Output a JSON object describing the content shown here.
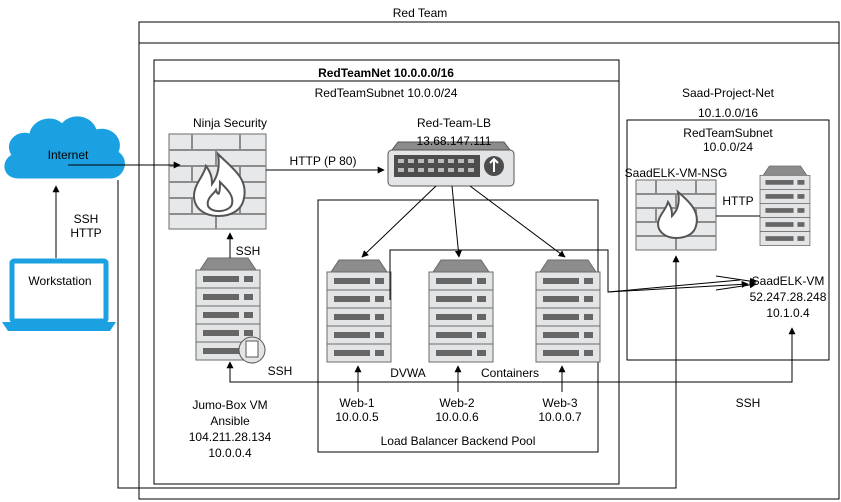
{
  "red_team": {
    "title": "Red Team"
  },
  "redteamnet": {
    "title": "RedTeamNet 10.0.0.0/16",
    "subnet": "RedTeamSubnet 10.0.0/24"
  },
  "saad_net": {
    "title": "Saad-Project-Net",
    "cidr": "10.1.0.0/16",
    "subnet_title": "RedTeamSubnet",
    "subnet_cidr": "10.0.0/24"
  },
  "internet": {
    "label": "Internet"
  },
  "workstation": {
    "label": "Workstation"
  },
  "ninja": {
    "label": "Ninja Security"
  },
  "lb": {
    "name": "Red-Team-LB",
    "ip": "13.68.147.111"
  },
  "nsg": {
    "label": "SaadELK-VM-NSG"
  },
  "elk": {
    "name": "SaadELK-VM",
    "public_ip": "52.247.28.248",
    "private_ip": "10.1.0.4"
  },
  "jump": {
    "name": "Jumo-Box VM",
    "role": "Ansible",
    "public_ip": "104.211.28.134",
    "private_ip": "10.0.0.4"
  },
  "web1": {
    "name": "Web-1",
    "ip": "10.0.0.5"
  },
  "web2": {
    "name": "Web-2",
    "ip": "10.0.0.6"
  },
  "web3": {
    "name": "Web-3",
    "ip": "10.0.0.7"
  },
  "edges": {
    "ssh_http_line1": "SSH",
    "ssh_http_line2": "HTTP",
    "http_p80": "HTTP (P 80)",
    "ssh_jump_ninja": "SSH",
    "ssh_jump_right": "SSH",
    "http_nsg_elk": "HTTP",
    "ssh_bottom": "SSH",
    "dvwa": "DVWA",
    "containers": "Containers"
  },
  "backend_pool": {
    "label": "Load Balancer Backend Pool"
  },
  "colors": {
    "cloud": "#1ba1e2",
    "workstation": "#1ba1e2",
    "icon_stroke": "#666666",
    "icon_fill": "#dfe1e4",
    "icon_dark": "#4d4d4d"
  }
}
